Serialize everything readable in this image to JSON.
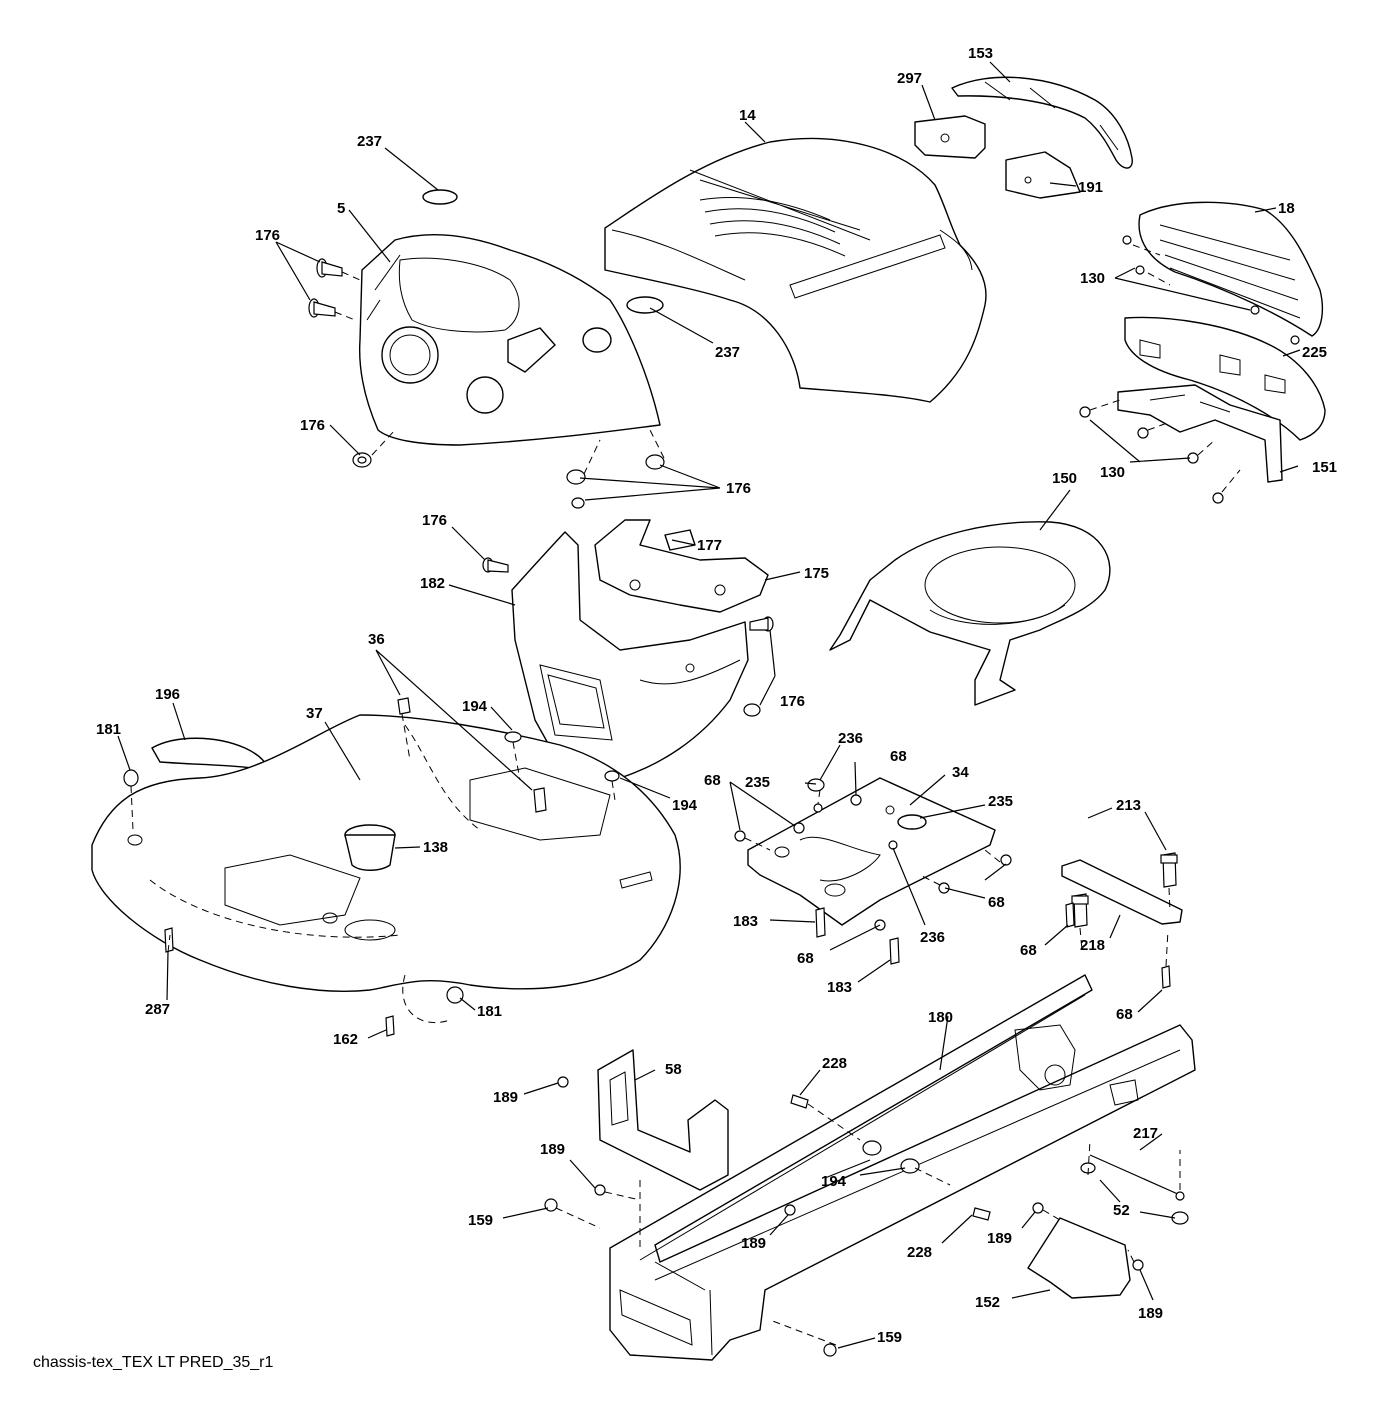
{
  "caption": "chassis-tex_TEX LT PRED_35_r1",
  "labels": [
    {
      "id": "l153",
      "text": "153"
    },
    {
      "id": "l297",
      "text": "297"
    },
    {
      "id": "l14",
      "text": "14"
    },
    {
      "id": "l237a",
      "text": "237"
    },
    {
      "id": "l191",
      "text": "191"
    },
    {
      "id": "l5",
      "text": "5"
    },
    {
      "id": "l18",
      "text": "18"
    },
    {
      "id": "l176a",
      "text": "176"
    },
    {
      "id": "l130a",
      "text": "130"
    },
    {
      "id": "l237b",
      "text": "237"
    },
    {
      "id": "l225",
      "text": "225"
    },
    {
      "id": "l176b",
      "text": "176"
    },
    {
      "id": "l130b",
      "text": "130"
    },
    {
      "id": "l151",
      "text": "151"
    },
    {
      "id": "l176c",
      "text": "176"
    },
    {
      "id": "l150",
      "text": "150"
    },
    {
      "id": "l176d",
      "text": "176"
    },
    {
      "id": "l177",
      "text": "177"
    },
    {
      "id": "l182",
      "text": "182"
    },
    {
      "id": "l175",
      "text": "175"
    },
    {
      "id": "l36",
      "text": "36"
    },
    {
      "id": "l196",
      "text": "196"
    },
    {
      "id": "l37",
      "text": "37"
    },
    {
      "id": "l194a",
      "text": "194"
    },
    {
      "id": "l176e",
      "text": "176"
    },
    {
      "id": "l181a",
      "text": "181"
    },
    {
      "id": "l235a",
      "text": "235"
    },
    {
      "id": "l236a",
      "text": "236"
    },
    {
      "id": "l68a",
      "text": "68"
    },
    {
      "id": "l34",
      "text": "34"
    },
    {
      "id": "l194b",
      "text": "194"
    },
    {
      "id": "l68b",
      "text": "68"
    },
    {
      "id": "l235b",
      "text": "235"
    },
    {
      "id": "l213",
      "text": "213"
    },
    {
      "id": "l138",
      "text": "138"
    },
    {
      "id": "l68c",
      "text": "68"
    },
    {
      "id": "l183a",
      "text": "183"
    },
    {
      "id": "l236b",
      "text": "236"
    },
    {
      "id": "l68d",
      "text": "68"
    },
    {
      "id": "l218",
      "text": "218"
    },
    {
      "id": "l68e",
      "text": "68"
    },
    {
      "id": "l183b",
      "text": "183"
    },
    {
      "id": "l287",
      "text": "287"
    },
    {
      "id": "l181b",
      "text": "181"
    },
    {
      "id": "l162",
      "text": "162"
    },
    {
      "id": "l180",
      "text": "180"
    },
    {
      "id": "l68f",
      "text": "68"
    },
    {
      "id": "l58",
      "text": "58"
    },
    {
      "id": "l228a",
      "text": "228"
    },
    {
      "id": "l189a",
      "text": "189"
    },
    {
      "id": "l217",
      "text": "217"
    },
    {
      "id": "l189b",
      "text": "189"
    },
    {
      "id": "l194c",
      "text": "194"
    },
    {
      "id": "l52",
      "text": "52"
    },
    {
      "id": "l159a",
      "text": "159"
    },
    {
      "id": "l189c",
      "text": "189"
    },
    {
      "id": "l228b",
      "text": "228"
    },
    {
      "id": "l189d",
      "text": "189"
    },
    {
      "id": "l152",
      "text": "152"
    },
    {
      "id": "l189e",
      "text": "189"
    },
    {
      "id": "l159b",
      "text": "159"
    }
  ]
}
